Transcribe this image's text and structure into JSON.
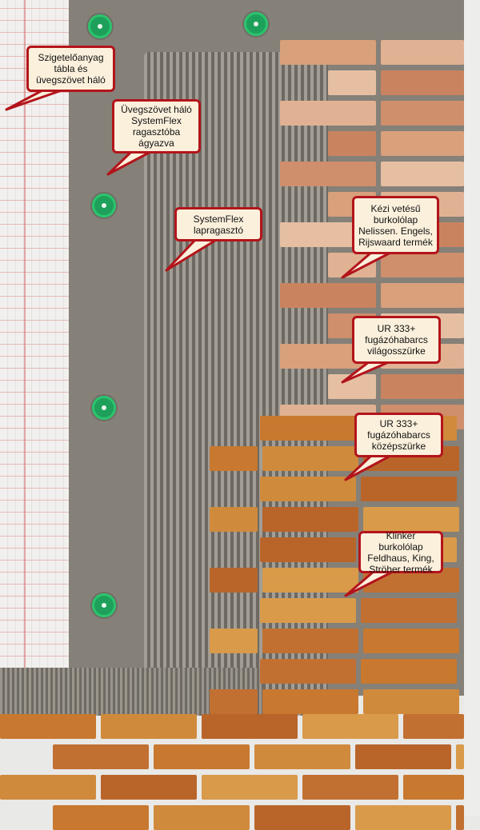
{
  "callouts": [
    {
      "text": "Szigetelőanyag\ntábla és\nüvegszövet háló"
    },
    {
      "text": "Üvegszövet háló\nSystemFlex\nragasztóba\nágyazva"
    },
    {
      "text": "SystemFlex\nlapragasztó"
    },
    {
      "text": "Kézi vetésű\nburkolólap\nNelissen. Engels,\nRijswaard termék"
    },
    {
      "text": "UR 333+\nfugázóhabarcs\nvilágosszürke"
    },
    {
      "text": "UR 333+\nfugázóhabarcs\nközépszürke"
    },
    {
      "text": "Klinker burkolólap\nFeldhaus, King,\nStröher termék"
    }
  ],
  "colors": {
    "callout_border": "#b3141b",
    "callout_fill": "#fbf0dc",
    "dowel": "#1fa05a",
    "light_brick": "#d9a27f",
    "clinker_brick": "#c8782f",
    "mortar": "#8c8880"
  }
}
